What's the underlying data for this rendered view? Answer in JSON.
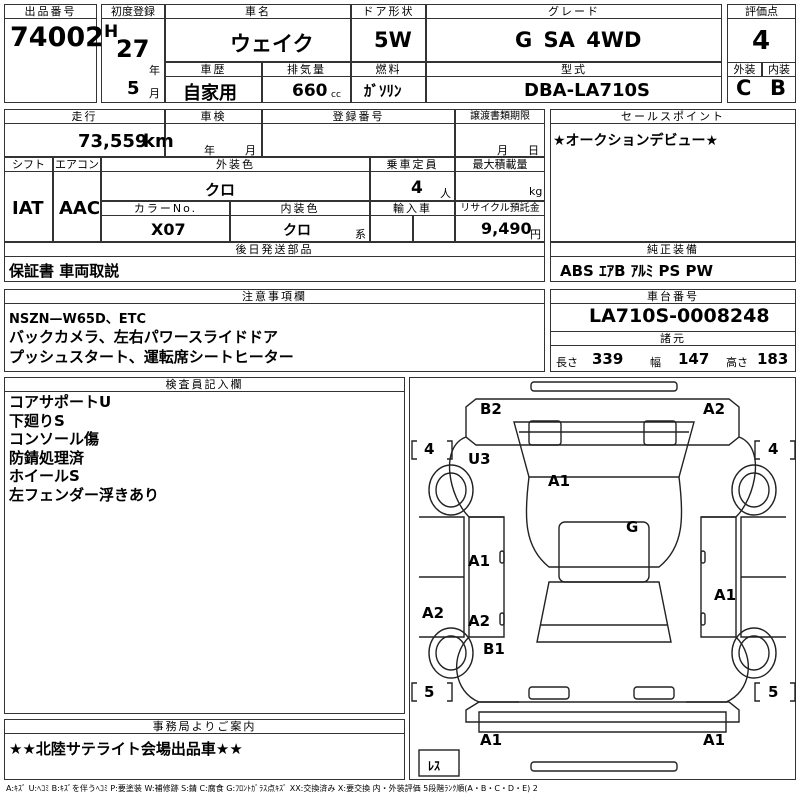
{
  "header": {
    "lot_label": "出品番号",
    "lot_no": "74002",
    "first_reg_label": "初度登録",
    "era": "H",
    "year": "27",
    "year_unit": "年",
    "month": "5",
    "month_unit": "月",
    "car_name_label": "車名",
    "car_name": "ウェイク",
    "door_label": "ドア形状",
    "door": "5W",
    "grade_label": "グレード",
    "grade": "G SA 4WD",
    "score_label": "評価点",
    "score": "4",
    "history_label": "車歴",
    "history": "自家用",
    "displacement_label": "排気量",
    "displacement": "660",
    "displacement_unit": "cc",
    "fuel_label": "燃料",
    "fuel": "ｶﾞｿﾘﾝ",
    "model_label": "型式",
    "model": "DBA-LA710S",
    "ext_label": "外装",
    "ext_grade": "C",
    "int_label": "内装",
    "int_grade": "B"
  },
  "row2": {
    "mileage_label": "走行",
    "mileage": "73,559",
    "mileage_unit": "km",
    "inspection_label": "車検",
    "year_unit": "年",
    "month_unit": "月",
    "reg_no_label": "登録番号",
    "transfer_label": "譲渡書類期限",
    "transfer_month": "月",
    "transfer_day": "日",
    "sales_label": "セールスポイント",
    "sales_text": "★オークションデビュー★",
    "shift_label": "シフト",
    "shift": "IAT",
    "ac_label": "エアコン",
    "ac": "AAC",
    "ext_color_label": "外装色",
    "ext_color": "クロ",
    "capacity_label": "乗車定員",
    "capacity": "4",
    "capacity_unit": "人",
    "load_label": "最大積載量",
    "load_unit": "kg",
    "color_no_label": "カラーNo.",
    "color_no": "X07",
    "int_color_label": "内装色",
    "int_color": "クロ",
    "int_color_unit": "系",
    "import_label": "輸入車",
    "recycle_label": "リサイクル預託金",
    "recycle": "9,490",
    "recycle_unit": "円",
    "later_label": "後日発送部品",
    "later_text": "保証書 車両取説",
    "equip_label": "純正装備",
    "equip_text": "ABS ｴｱB ｱﾙﾐ PS PW"
  },
  "notes": {
    "label": "注意事項欄",
    "lines": [
      "NSZN—W65D、ETC",
      "バックカメラ、左右パワースライドドア",
      "プッシュスタート、運転席シートヒーター"
    ]
  },
  "chassis": {
    "label": "車台番号",
    "value": "LA710S-0008248",
    "dims_label": "諸元",
    "len_label": "長さ",
    "len": "339",
    "wid_label": "幅",
    "wid": "147",
    "hgt_label": "高さ",
    "hgt": "183"
  },
  "inspector": {
    "label": "検査員記入欄",
    "lines": [
      "コアサポートU",
      "下廻りS",
      "コンソール傷",
      "防錆処理済",
      "ホイールS",
      "左フェンダー浮きあり"
    ]
  },
  "diagram": {
    "marks": [
      "B2",
      "A2",
      "U3",
      "A1",
      "G",
      "A1",
      "A1",
      "A2",
      "A2",
      "B1",
      "A1",
      "A1"
    ],
    "tires": [
      "4",
      "4",
      "5",
      "5"
    ],
    "spare": "ﾚｽ"
  },
  "office": {
    "label": "事務局よりご案内",
    "text": "★★北陸サテライト会場出品車★★"
  },
  "legend": "A:ｷｽﾞ U:ﾍｺﾐ B:ｷｽﾞを伴うﾍｺﾐ P:要塗装 W:補修跡 S:錆 C:腐食 G:ﾌﾛﾝﾄｶﾞﾗｽ点ｷｽﾞ XX:交換済み X:要交換 内・外装評価 5段階ﾗﾝｸ順(A・B・C・D・E) 2"
}
